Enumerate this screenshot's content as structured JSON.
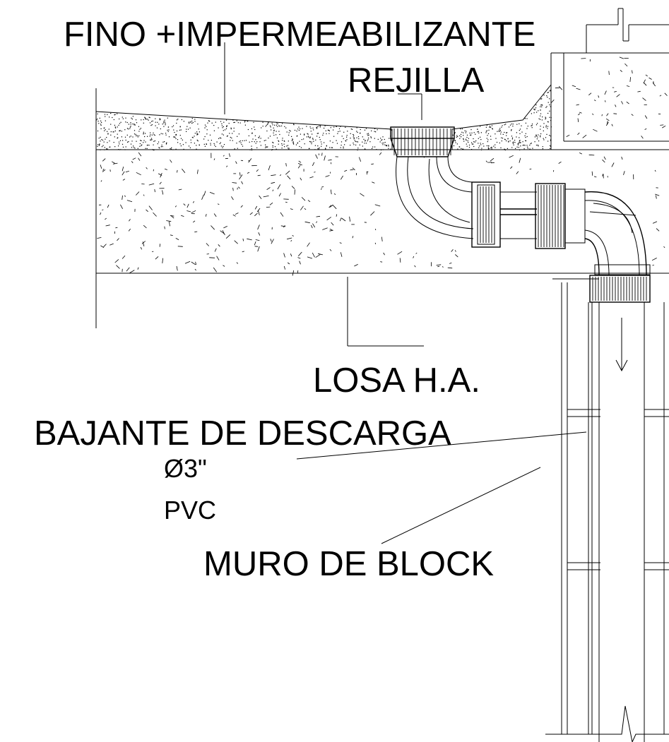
{
  "labels": {
    "fino": "FINO +IMPERMEABILIZANTE",
    "rejilla": "REJILLA",
    "losa": "LOSA  H.A.",
    "bajante": "BAJANTE DE DESCARGA",
    "diametro": "Ø3\"",
    "material": "PVC",
    "muro": "MURO DE BLOCK"
  },
  "colors": {
    "line": "#000000",
    "background": "#ffffff"
  }
}
